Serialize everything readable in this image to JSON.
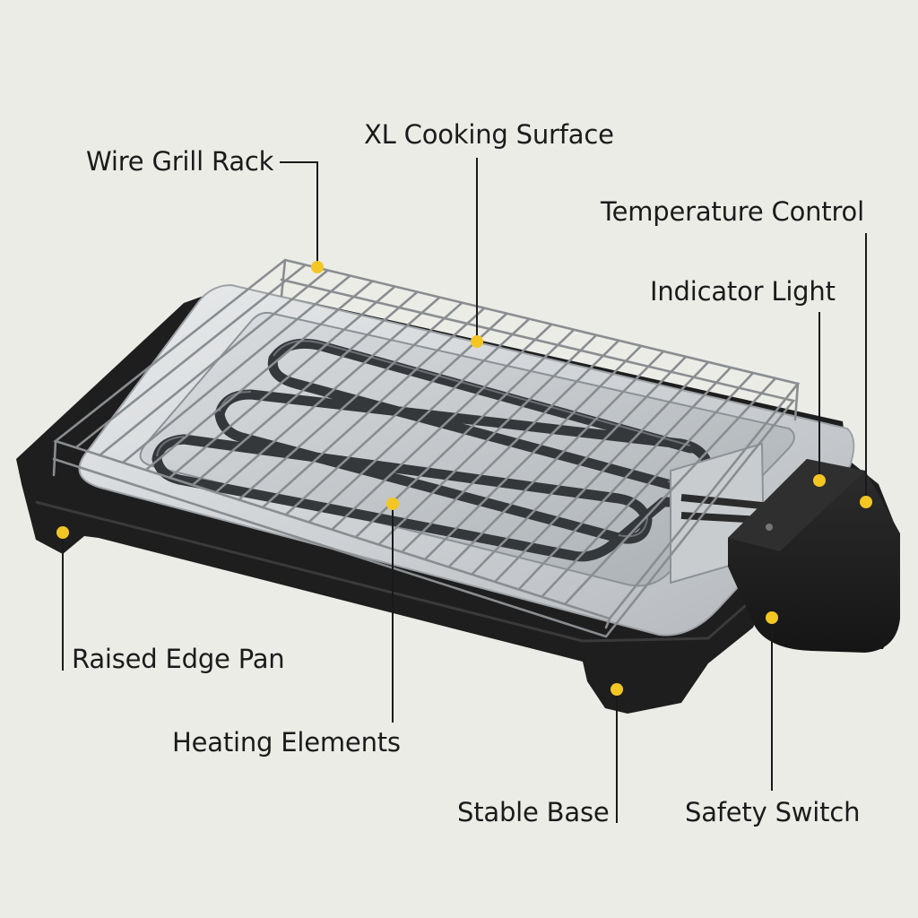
{
  "callouts": {
    "wire_grill_rack": "Wire Grill Rack",
    "xl_cooking_surface": "XL Cooking Surface",
    "temperature_control": "Temperature Control",
    "indicator_light": "Indicator Light",
    "raised_edge_pan": "Raised Edge Pan",
    "heating_elements": "Heating Elements",
    "stable_base": "Stable Base",
    "safety_switch": "Safety Switch"
  },
  "colors": {
    "background": "#ecece7",
    "marker": "#f3c623",
    "base": "#1e1e1e",
    "pan": "#d2d5d8",
    "rack": "#8a8d90"
  },
  "icons": [
    "electric-grill-illustration",
    "callout-marker-icon"
  ]
}
